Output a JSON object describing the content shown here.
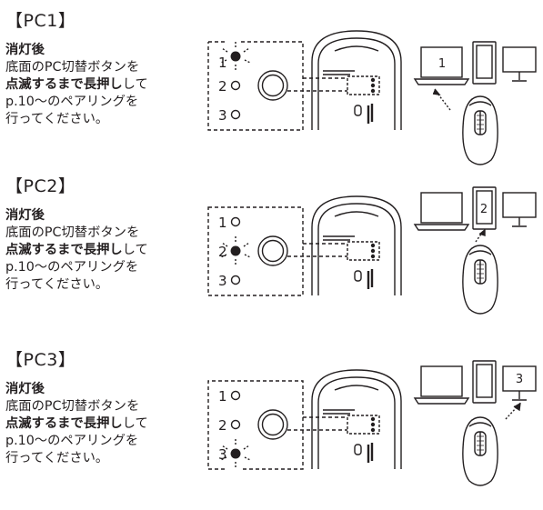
{
  "sections": [
    {
      "heading": "【PC1】",
      "text": {
        "title": "消灯後",
        "line1": "底面のPC切替ボタンを",
        "bold1": "点滅するまで",
        "bold2": "長押し",
        "tail": "して",
        "line3": "p.10～のペアリングを",
        "line4": "行ってください。"
      },
      "leds": [
        "1",
        "2",
        "3"
      ],
      "active_led": 1,
      "device_number": "1"
    },
    {
      "heading": "【PC2】",
      "text": {
        "title": "消灯後",
        "line1": "底面のPC切替ボタンを",
        "bold1": "点滅するまで",
        "bold2": "長押し",
        "tail": "して",
        "line3": "p.10～のペアリングを",
        "line4": "行ってください。"
      },
      "leds": [
        "1",
        "2",
        "3"
      ],
      "active_led": 2,
      "device_number": "2"
    },
    {
      "heading": "【PC3】",
      "text": {
        "title": "消灯後",
        "line1": "底面のPC切替ボタンを",
        "bold1": "点滅するまで",
        "bold2": "長押し",
        "tail": "して",
        "line3": "p.10～のペアリングを",
        "line4": "行ってください。"
      },
      "leds": [
        "1",
        "2",
        "3"
      ],
      "active_led": 3,
      "device_number": "3"
    }
  ],
  "colors": {
    "ink": "#231f20",
    "paper": "#ffffff"
  },
  "icons": [
    "laptop-icon",
    "tablet-icon",
    "monitor-icon",
    "mouse-icon",
    "mouse-bottom-icon",
    "pc-switch-button-icon"
  ]
}
